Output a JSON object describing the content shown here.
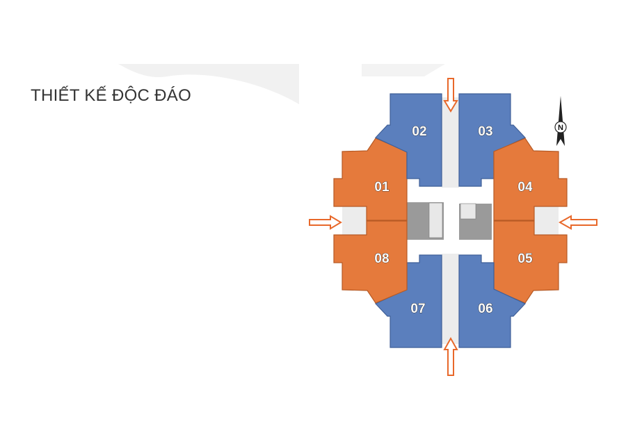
{
  "title": "THIẾT KẾ ĐỘC ĐÁO",
  "colors": {
    "blue_unit": "#5b7fbd",
    "orange_unit": "#e57a3c",
    "core": "#9a9a9a",
    "arrow": "#e8682a"
  },
  "units": [
    {
      "id": "01",
      "label": "01",
      "color": "orange"
    },
    {
      "id": "02",
      "label": "02",
      "color": "blue"
    },
    {
      "id": "03",
      "label": "03",
      "color": "blue"
    },
    {
      "id": "04",
      "label": "04",
      "color": "orange"
    },
    {
      "id": "05",
      "label": "05",
      "color": "orange"
    },
    {
      "id": "06",
      "label": "06",
      "color": "blue"
    },
    {
      "id": "07",
      "label": "07",
      "color": "blue"
    },
    {
      "id": "08",
      "label": "08",
      "color": "orange"
    }
  ],
  "compass": {
    "label": "N",
    "icon": "north-arrow-icon"
  },
  "entrances": [
    "top",
    "bottom",
    "left",
    "right"
  ]
}
